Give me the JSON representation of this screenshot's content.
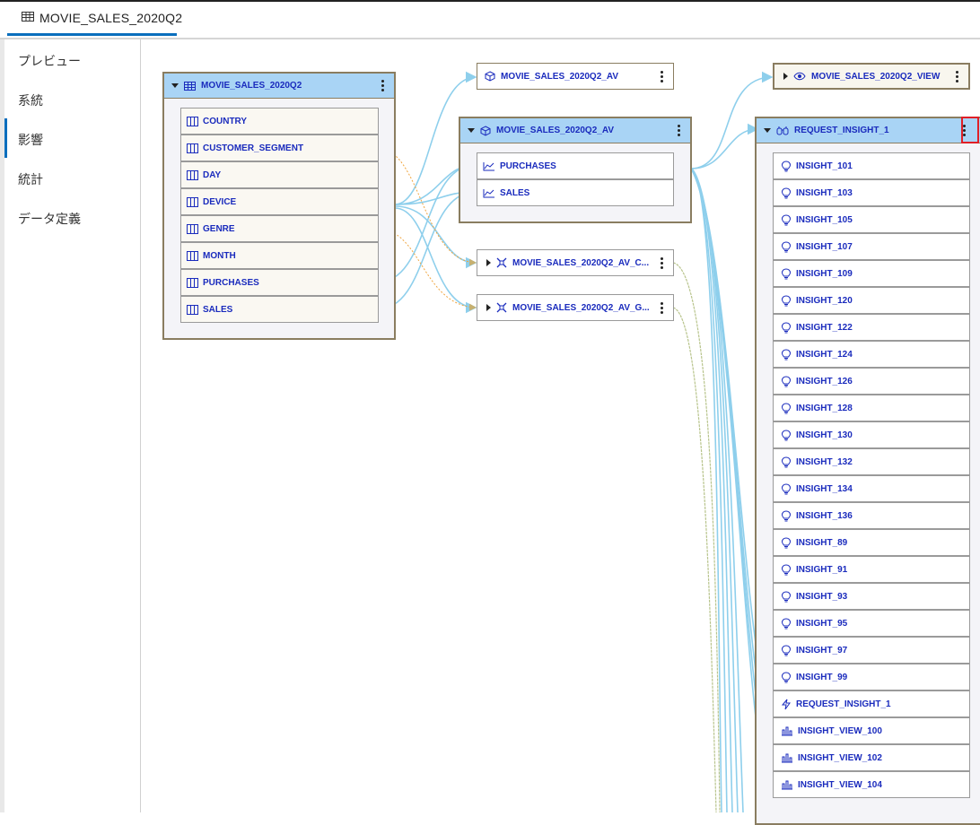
{
  "top_tab": {
    "label": "MOVIE_SALES_2020Q2"
  },
  "nav": {
    "items": [
      {
        "label": "プレビュー"
      },
      {
        "label": "系統"
      },
      {
        "label": "影響"
      },
      {
        "label": "統計"
      },
      {
        "label": "データ定義"
      }
    ],
    "active_index": 2
  },
  "source_table": {
    "title": "MOVIE_SALES_2020Q2",
    "columns": [
      "COUNTRY",
      "CUSTOMER_SEGMENT",
      "DAY",
      "DEVICE",
      "GENRE",
      "MONTH",
      "PURCHASES",
      "SALES"
    ]
  },
  "av_top": {
    "title": "MOVIE_SALES_2020Q2_AV"
  },
  "av_expanded": {
    "title": "MOVIE_SALES_2020Q2_AV",
    "measures": [
      "PURCHASES",
      "SALES"
    ]
  },
  "hier_c": {
    "title": "MOVIE_SALES_2020Q2_AV_C..."
  },
  "hier_g": {
    "title": "MOVIE_SALES_2020Q2_AV_G..."
  },
  "view_node": {
    "title": "MOVIE_SALES_2020Q2_VIEW"
  },
  "request_node": {
    "title": "REQUEST_INSIGHT_1",
    "children": [
      {
        "label": "INSIGHT_101",
        "icon": "lightbulb-icon"
      },
      {
        "label": "INSIGHT_103",
        "icon": "lightbulb-icon"
      },
      {
        "label": "INSIGHT_105",
        "icon": "lightbulb-icon"
      },
      {
        "label": "INSIGHT_107",
        "icon": "lightbulb-icon"
      },
      {
        "label": "INSIGHT_109",
        "icon": "lightbulb-icon"
      },
      {
        "label": "INSIGHT_120",
        "icon": "lightbulb-icon"
      },
      {
        "label": "INSIGHT_122",
        "icon": "lightbulb-icon"
      },
      {
        "label": "INSIGHT_124",
        "icon": "lightbulb-icon"
      },
      {
        "label": "INSIGHT_126",
        "icon": "lightbulb-icon"
      },
      {
        "label": "INSIGHT_128",
        "icon": "lightbulb-icon"
      },
      {
        "label": "INSIGHT_130",
        "icon": "lightbulb-icon"
      },
      {
        "label": "INSIGHT_132",
        "icon": "lightbulb-icon"
      },
      {
        "label": "INSIGHT_134",
        "icon": "lightbulb-icon"
      },
      {
        "label": "INSIGHT_136",
        "icon": "lightbulb-icon"
      },
      {
        "label": "INSIGHT_89",
        "icon": "lightbulb-icon"
      },
      {
        "label": "INSIGHT_91",
        "icon": "lightbulb-icon"
      },
      {
        "label": "INSIGHT_93",
        "icon": "lightbulb-icon"
      },
      {
        "label": "INSIGHT_95",
        "icon": "lightbulb-icon"
      },
      {
        "label": "INSIGHT_97",
        "icon": "lightbulb-icon"
      },
      {
        "label": "INSIGHT_99",
        "icon": "lightbulb-icon"
      },
      {
        "label": "REQUEST_INSIGHT_1",
        "icon": "lightning-icon"
      },
      {
        "label": "INSIGHT_VIEW_100",
        "icon": "bar-chart-icon"
      },
      {
        "label": "INSIGHT_VIEW_102",
        "icon": "bar-chart-icon"
      },
      {
        "label": "INSIGHT_VIEW_104",
        "icon": "bar-chart-icon"
      }
    ]
  },
  "colors": {
    "header_blue": "#a9d4f5",
    "node_border": "#8a7d60",
    "link_blue": "#1a2bbd",
    "edge_blue": "#8ecfec",
    "edge_orange": "#f0a640",
    "highlight_red": "#e01f26",
    "tab_underline": "#0a6ebd"
  }
}
